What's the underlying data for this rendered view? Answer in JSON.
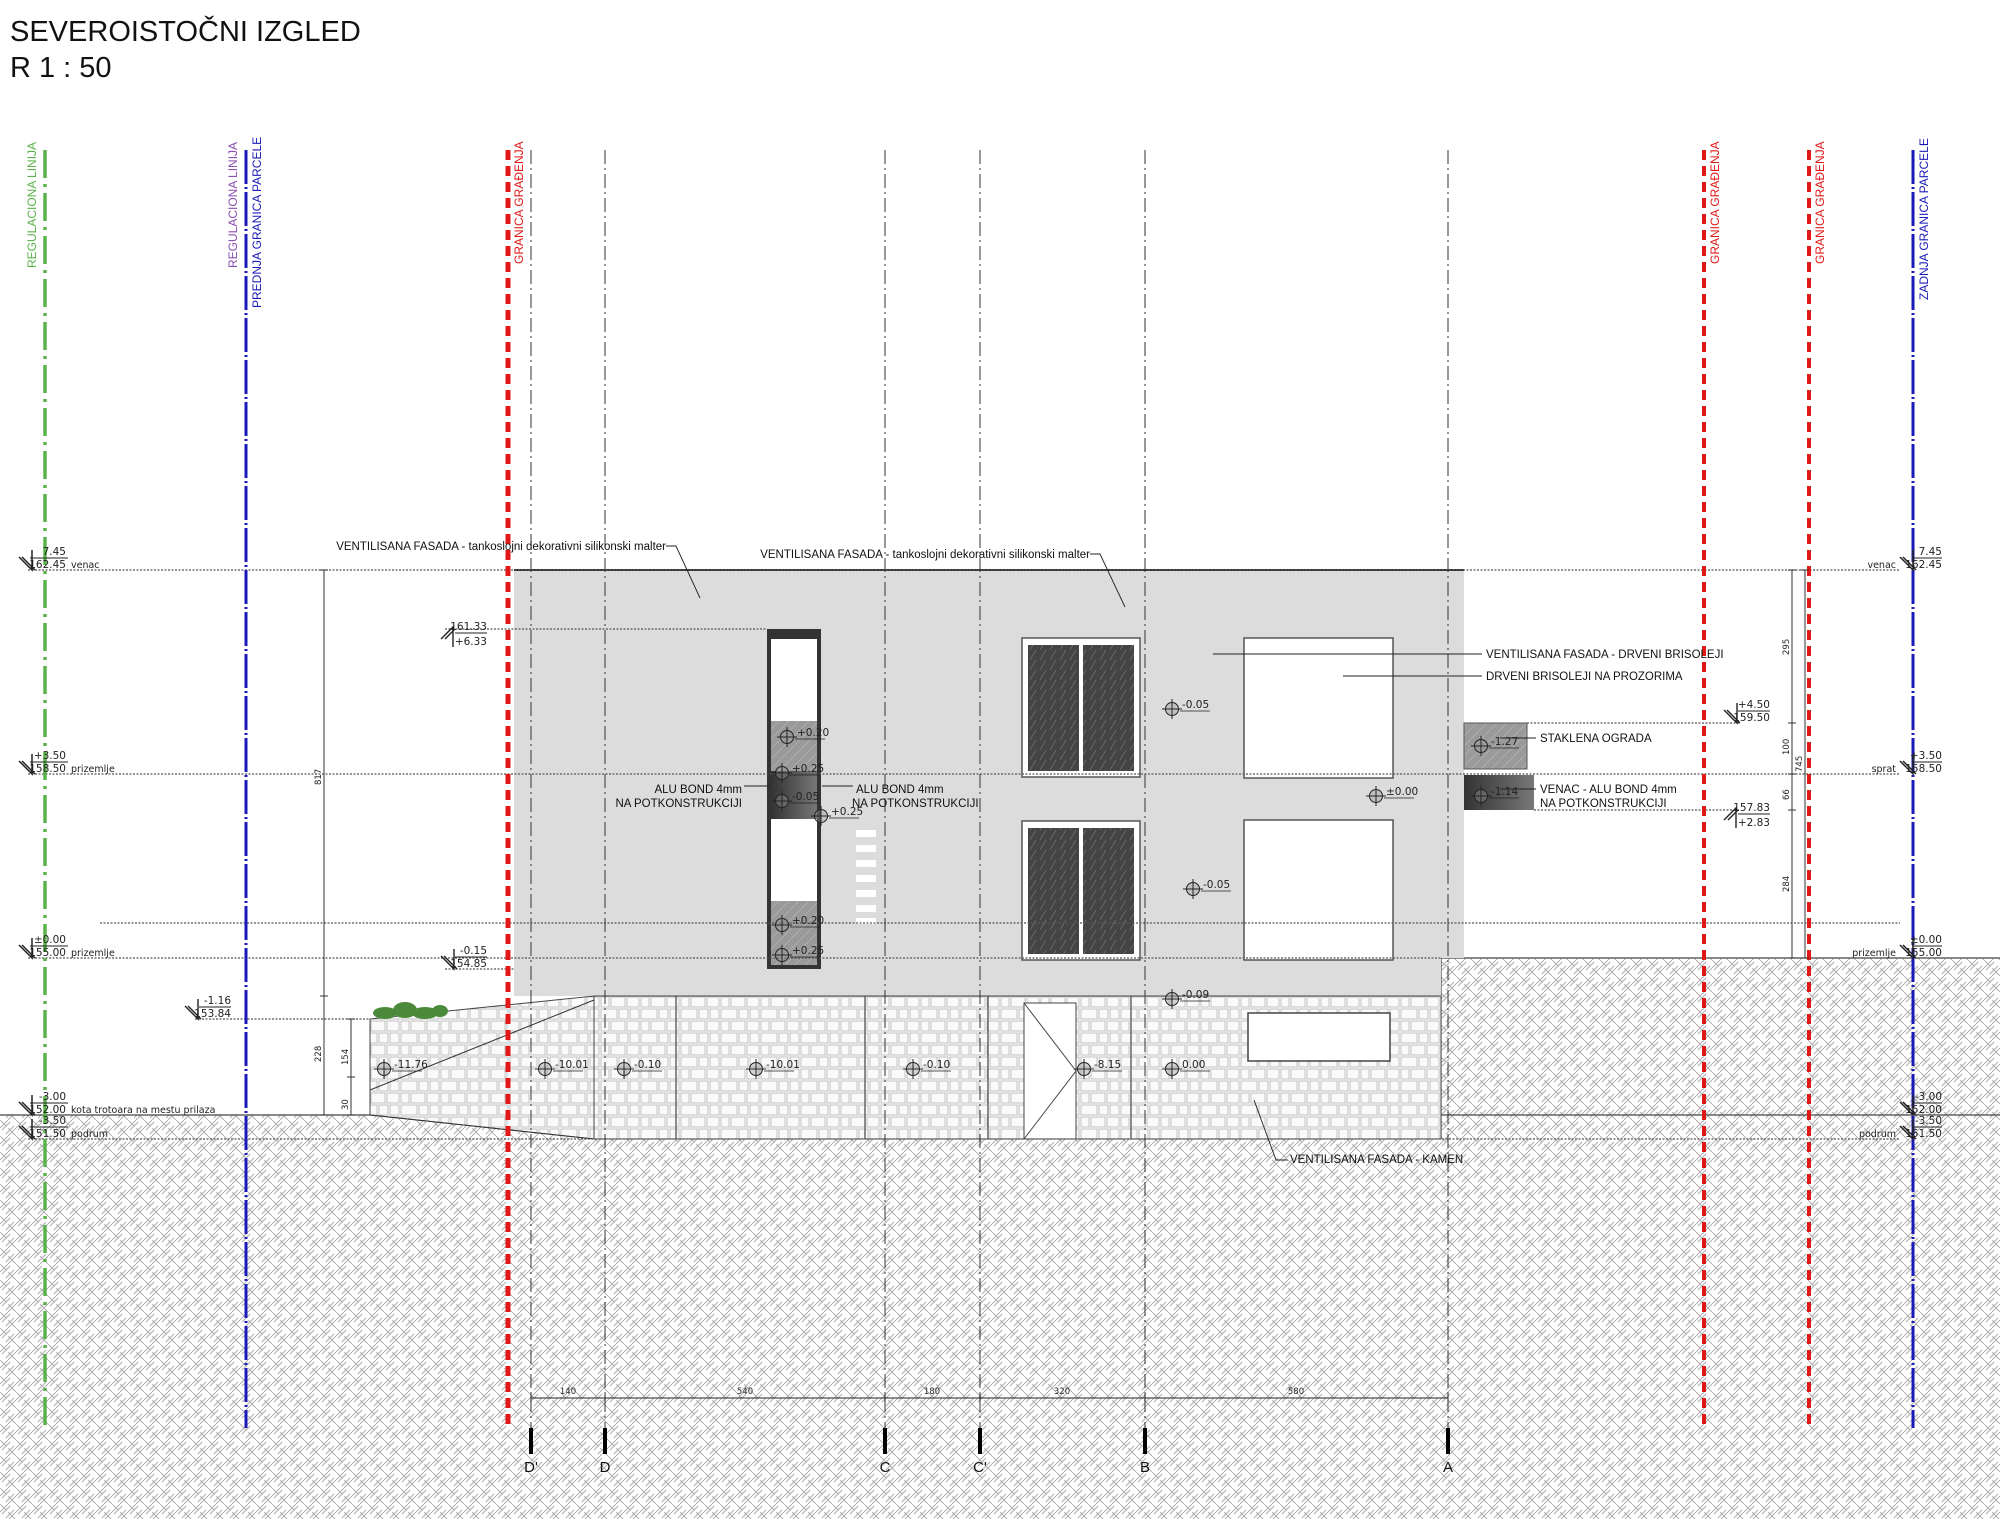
{
  "header": {
    "title": "SEVEROISTOČNI IZGLED",
    "scale": "R   1 : 50"
  },
  "boundaries": {
    "reg_green": "REGULACIONA LINIJA",
    "reg_purple": "REGULACIONA LINIJA",
    "front_parcel": "PREDNJA GRANICA PARCELE",
    "build_limit_1": "GRANICA GRAĐENJA",
    "build_limit_2": "GRANICA GRAĐENJA",
    "build_limit_3": "GRANICA GRAĐENJA",
    "rear_parcel": "ZADNJA GRANICA PARCELE",
    "colors": {
      "green": "#5ab34a",
      "purple": "#8a4fb0",
      "blue": "#1a1ab8",
      "red": "#e01818"
    }
  },
  "levels_left": [
    {
      "rel": "7.45",
      "abs": "162.45",
      "name": "venac"
    },
    {
      "rel": "+3.50",
      "abs": "158.50",
      "name": "prizemlje"
    },
    {
      "rel": "±0.00",
      "abs": "155.00",
      "name": "prizemlje"
    },
    {
      "rel": "-3.00",
      "abs": "152.00",
      "name": "kota trotoara na mestu prilaza"
    },
    {
      "rel": "-3.50",
      "abs": "151.50",
      "name": "podrum"
    }
  ],
  "levels_right": [
    {
      "rel": "7.45",
      "abs": "162.45",
      "name": "venac"
    },
    {
      "rel": "+3.50",
      "abs": "158.50",
      "name": "sprat"
    },
    {
      "rel": "±0.00",
      "abs": "155.00",
      "name": "prizemlje"
    },
    {
      "rel": "-3.00",
      "abs": "152.00"
    },
    {
      "rel": "-3.50",
      "abs": "151.50",
      "name": "podrum"
    }
  ],
  "levels_inner": [
    {
      "a": "161.33",
      "b": "+6.33"
    },
    {
      "a": "-0.15",
      "b": "154.85"
    },
    {
      "a": "-1.16",
      "b": "153.84"
    },
    {
      "a": "+4.50",
      "b": "159.50"
    },
    {
      "a": "157.83",
      "b": "+2.83"
    }
  ],
  "annotations": {
    "facade_plaster_1": "VENTILISANA FASADA - tankoslojni dekorativni silikonski malter",
    "facade_plaster_2": "VENTILISANA FASADA - tankoslojni dekorativni silikonski malter",
    "facade_wood": "VENTILISANA FASADA - DRVENI BRISOLEJI",
    "wood_louvres": "DRVENI BRISOLEJI NA PROZORIMA",
    "glass_railing": "STAKLENA OGRADA",
    "cornice_1": "VENAC - ALU BOND 4mm",
    "cornice_2": "NA POTKONSTRUKCIJI",
    "alu_left_1": "ALU BOND 4mm",
    "alu_left_2": "NA POTKONSTRUKCIJI",
    "alu_right_1": "ALU BOND 4mm",
    "alu_right_2": "NA POTKONSTRUKCIJI",
    "facade_stone": "VENTILISANA FASADA - KAMEN"
  },
  "markers": [
    "+0.20",
    "+0.25",
    "-0.05",
    "+0.25",
    "-0.05",
    "-0.05",
    "+0.20",
    "+0.25",
    "±0.00",
    "-0.09",
    "-11.76",
    "-10.01",
    "-0.10",
    "-10.01",
    "-0.10",
    "-8.15",
    "0.00",
    "-1.27",
    "-1.14"
  ],
  "dims_left": [
    "817",
    "228",
    "154",
    "30"
  ],
  "dims_right": [
    "295",
    "100",
    "745",
    "66",
    "284"
  ],
  "dims_bottom": [
    "140",
    "540",
    "180",
    "320",
    "580"
  ],
  "axes": [
    "D'",
    "D",
    "C",
    "C'",
    "B",
    "A"
  ]
}
